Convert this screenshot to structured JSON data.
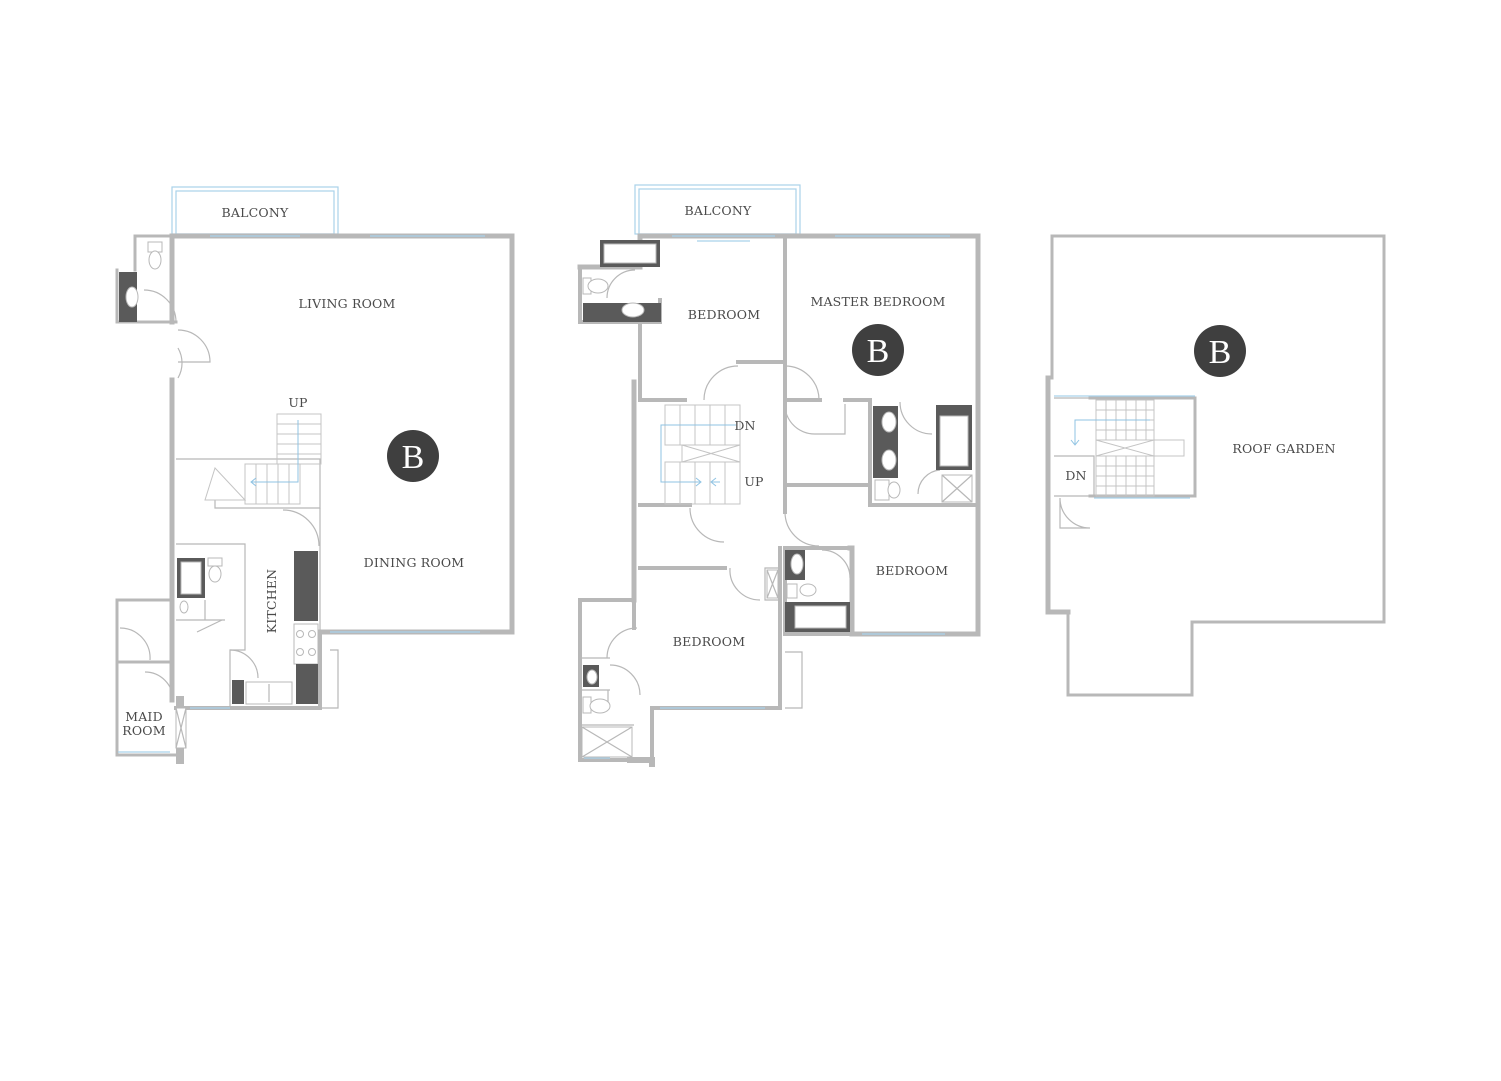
{
  "colors": {
    "wall": "#b8b8b8",
    "glazing": "#a9d2ea",
    "fixture": "#5a5a5a",
    "badge": "#3f3f3f",
    "label": "#4a4a4a"
  },
  "floors": [
    {
      "id": "floor-1",
      "badge": "B",
      "rooms": {
        "balcony": "BALCONY",
        "living": "LIVING ROOM",
        "dining": "DINING ROOM",
        "kitchen": "KITCHEN",
        "maid": [
          "MAID",
          "ROOM"
        ],
        "stair_up": "UP"
      }
    },
    {
      "id": "floor-2",
      "badge": "B",
      "rooms": {
        "balcony": "BALCONY",
        "bedroom_nw": "BEDROOM",
        "master": "MASTER BEDROOM",
        "bedroom_e": "BEDROOM",
        "bedroom_sw": "BEDROOM",
        "stair_dn": "DN",
        "stair_up": "UP"
      }
    },
    {
      "id": "floor-3",
      "badge": "B",
      "rooms": {
        "roof_garden": "ROOF GARDEN",
        "stair_dn": "DN"
      }
    }
  ]
}
